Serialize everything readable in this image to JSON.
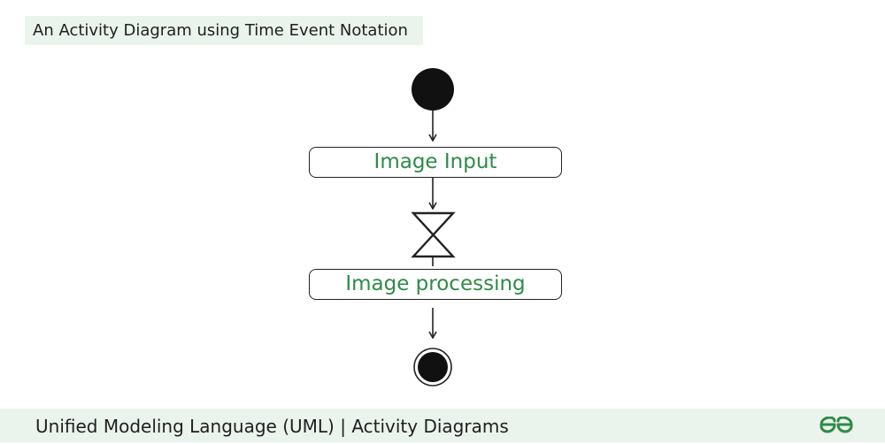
{
  "header": {
    "title": "An Activity Diagram using Time Event Notation"
  },
  "diagram": {
    "nodes": [
      {
        "id": "start",
        "type": "initial-node"
      },
      {
        "id": "action1",
        "type": "action",
        "label": "Image Input"
      },
      {
        "id": "wait",
        "type": "time-event"
      },
      {
        "id": "action2",
        "type": "action",
        "label": "Image processing"
      },
      {
        "id": "end",
        "type": "final-node"
      }
    ],
    "edges": [
      {
        "from": "start",
        "to": "action1"
      },
      {
        "from": "action1",
        "to": "wait"
      },
      {
        "from": "wait",
        "to": "action2"
      },
      {
        "from": "action2",
        "to": "end"
      }
    ],
    "colors": {
      "label": "#2e8b47",
      "stroke": "#222222",
      "fill": "#111111",
      "band": "#eaf3ec"
    }
  },
  "footer": {
    "text": "Unified Modeling Language (UML) | Activity Diagrams",
    "logo_icon": "gfg-logo-icon",
    "logo_color": "#2e8b47"
  }
}
